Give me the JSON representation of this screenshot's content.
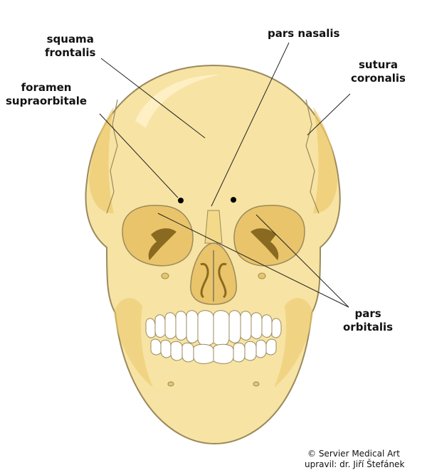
{
  "labels": {
    "squama_frontalis": [
      "squama",
      "frontalis"
    ],
    "pars_nasalis": "pars nasalis",
    "sutura_coronalis": [
      "sutura",
      "coronalis"
    ],
    "foramen_supraorbitale": [
      "foramen",
      "supraorbitale"
    ],
    "pars_orbitalis": [
      "pars",
      "orbitalis"
    ]
  },
  "credits": {
    "line1": "© Servier Medical Art",
    "line2": "upravil: dr. Jiří Štefánek"
  },
  "colors": {
    "bone": "#f7e3a3",
    "bone_shadow": "#ecc96e",
    "outline": "#9a8a5c",
    "orbit": "#e9c46a",
    "teeth": "#ffffff"
  }
}
